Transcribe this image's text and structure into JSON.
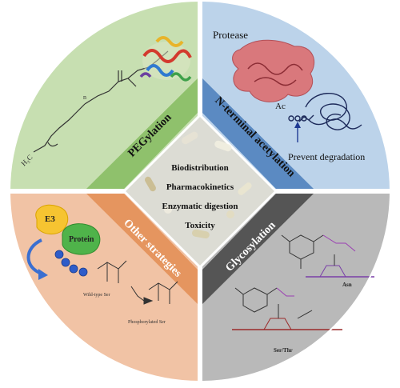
{
  "quadrants": {
    "pegylation": {
      "label": "PEGylation",
      "formula_h3c": "H₃C",
      "formula_n": "n",
      "color": "#c7dfb1"
    },
    "n_terminal": {
      "label": "N-terminal acetylation",
      "protease": "Protease",
      "acetyl": "Ac",
      "prevent": "Prevent degradation",
      "color": "#bcd3ea"
    },
    "glycosylation": {
      "label": "Glycosylation",
      "asn": "Asn",
      "serthr": "Ser/Thr",
      "color": "#b9b9b9"
    },
    "other": {
      "label": "Other strategies",
      "e3": "E3",
      "protein": "Protein",
      "wild_type": "Wild-type Ser",
      "phospho": "Phosphorylated Ser",
      "color": "#f1c3a5"
    }
  },
  "center": {
    "items": [
      "Biodistribution",
      "Pharmacokinetics",
      "Enzymatic  digestion",
      "Toxicity"
    ]
  },
  "colors": {
    "peg_strip": "#8fc16c",
    "nterm_strip": "#5b8ac2",
    "glyco_strip": "#555555",
    "other_strip": "#e5955f",
    "center": "#dcdcd4",
    "outline": "#ffffff"
  }
}
